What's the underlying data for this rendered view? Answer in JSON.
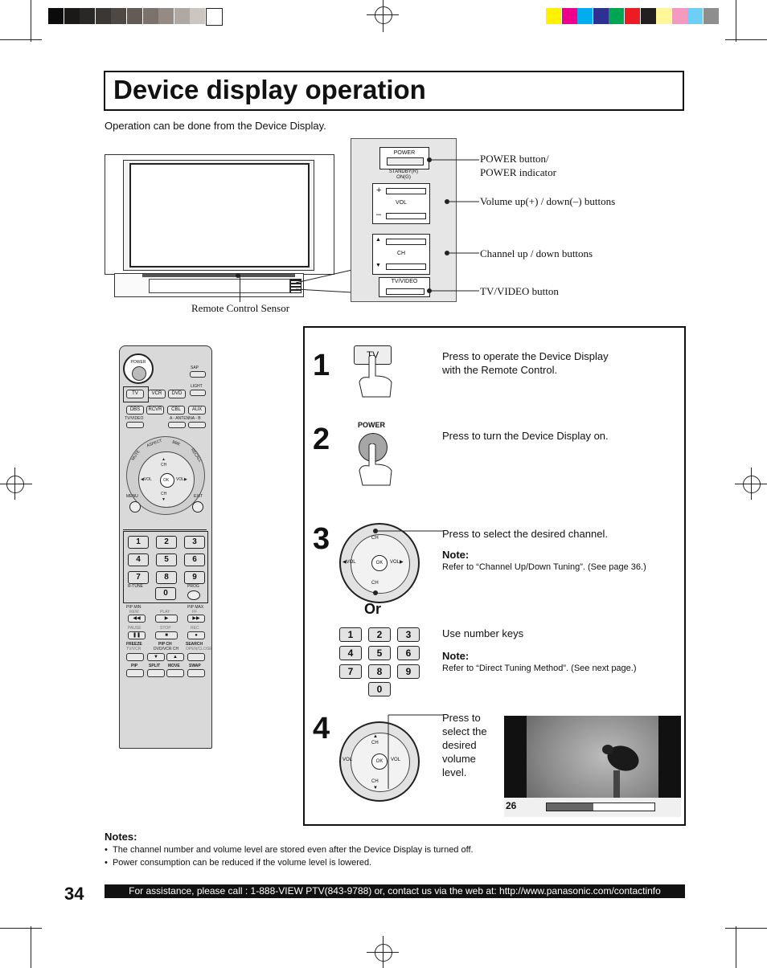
{
  "page": {
    "title": "Device display operation",
    "intro": "Operation can be done from the Device Display.",
    "page_number": "34",
    "footer_text": "For assistance, please call : 1-888-VIEW PTV(843-9788) or, contact us via the web at: http://www.panasonic.com/contactinfo"
  },
  "color_bar_left": [
    "#0b0b0b",
    "#1a1918",
    "#2a2826",
    "#3b3734",
    "#4e4844",
    "#635b56",
    "#7b726c",
    "#958b85",
    "#b0a8a3",
    "#ccc6c2",
    "#ffffff"
  ],
  "color_bar_right": [
    "#fff200",
    "#ec008c",
    "#00aeef",
    "#2e3192",
    "#00a651",
    "#ed1c24",
    "#231f20",
    "#fff799",
    "#f49ac1",
    "#6dcff6",
    "#8e8e8e"
  ],
  "device_panel": {
    "power_label": "POWER",
    "standby_label": "STANDBY(R)",
    "on_label": "ON(G)",
    "vol_label": "VOL",
    "ch_label": "CH",
    "tvvideo_label": "TV/VIDEO",
    "plus": "+",
    "minus": "–"
  },
  "callouts": {
    "power": [
      "POWER button/",
      "POWER indicator"
    ],
    "volume": "Volume up(+) / down(–) buttons",
    "channel": "Channel up / down buttons",
    "tvvideo": "TV/VIDEO button",
    "sensor": "Remote Control Sensor"
  },
  "remote": {
    "power": "POWER",
    "sap": "SAP",
    "light": "LIGHT",
    "tv": "TV",
    "vcr": "VCR",
    "dvd": "DVD",
    "dbs": "DBS",
    "rcvr": "RCVR",
    "cbl": "CBL",
    "aux": "AUX",
    "tvvideo": "TV/VIDEO",
    "antenna": "A - ANTENNA - B",
    "mute": "MUTE",
    "aspect": "ASPECT",
    "bbe": "BBE",
    "recall": "RECALL",
    "ch": "CH",
    "vol": "VOL",
    "ok": "OK",
    "menu": "MENU",
    "exit": "EXIT",
    "keys": [
      "1",
      "2",
      "3",
      "4",
      "5",
      "6",
      "7",
      "8",
      "9"
    ],
    "zero": "0",
    "rtune": "R-TUNE",
    "prog": "PROG",
    "pip_min": "PIP MIN",
    "pip_max": "PIP MAX",
    "rew": "REW",
    "play": "PLAY",
    "ff": "FF",
    "pause": "PAUSE",
    "stop": "STOP",
    "rec": "REC",
    "freeze": "FREEZE",
    "tvvcr": "TV/VCR",
    "pipch": "PIP CH",
    "dvdvcrch": "DVD/VCR CH",
    "search": "SEARCH",
    "openclose": "OPEN/CLOSE",
    "pip": "PIP",
    "split": "SPLIT",
    "move": "MOVE",
    "swap": "SWAP"
  },
  "steps": {
    "s1": {
      "num": "1",
      "button": "TV",
      "text": [
        "Press to operate the Device Display",
        "with the Remote Control."
      ]
    },
    "s2": {
      "num": "2",
      "button": "POWER",
      "text": [
        "Press to turn the Device Display on."
      ]
    },
    "s3": {
      "num": "3",
      "text": "Press to select the desired channel.",
      "note_title": "Note:",
      "note": "Refer to “Channel Up/Down Tuning”. (See page 36.)"
    },
    "or": "Or",
    "s3b": {
      "text": "Use number keys",
      "note_title": "Note:",
      "note": "Refer to “Direct Tuning Method”. (See next page.)"
    },
    "s4": {
      "num": "4",
      "text": [
        "Press to",
        "select the",
        "desired",
        "volume",
        "level."
      ]
    },
    "volume_value": "26",
    "volume_level": 0.43,
    "keys": [
      "1",
      "2",
      "3",
      "4",
      "5",
      "6",
      "7",
      "8",
      "9"
    ],
    "zero": "0"
  },
  "notes": {
    "title": "Notes:",
    "items": [
      "The channel number and volume level are stored even after the Device Display is turned off.",
      "Power consumption can be reduced if the volume level is lowered."
    ]
  }
}
